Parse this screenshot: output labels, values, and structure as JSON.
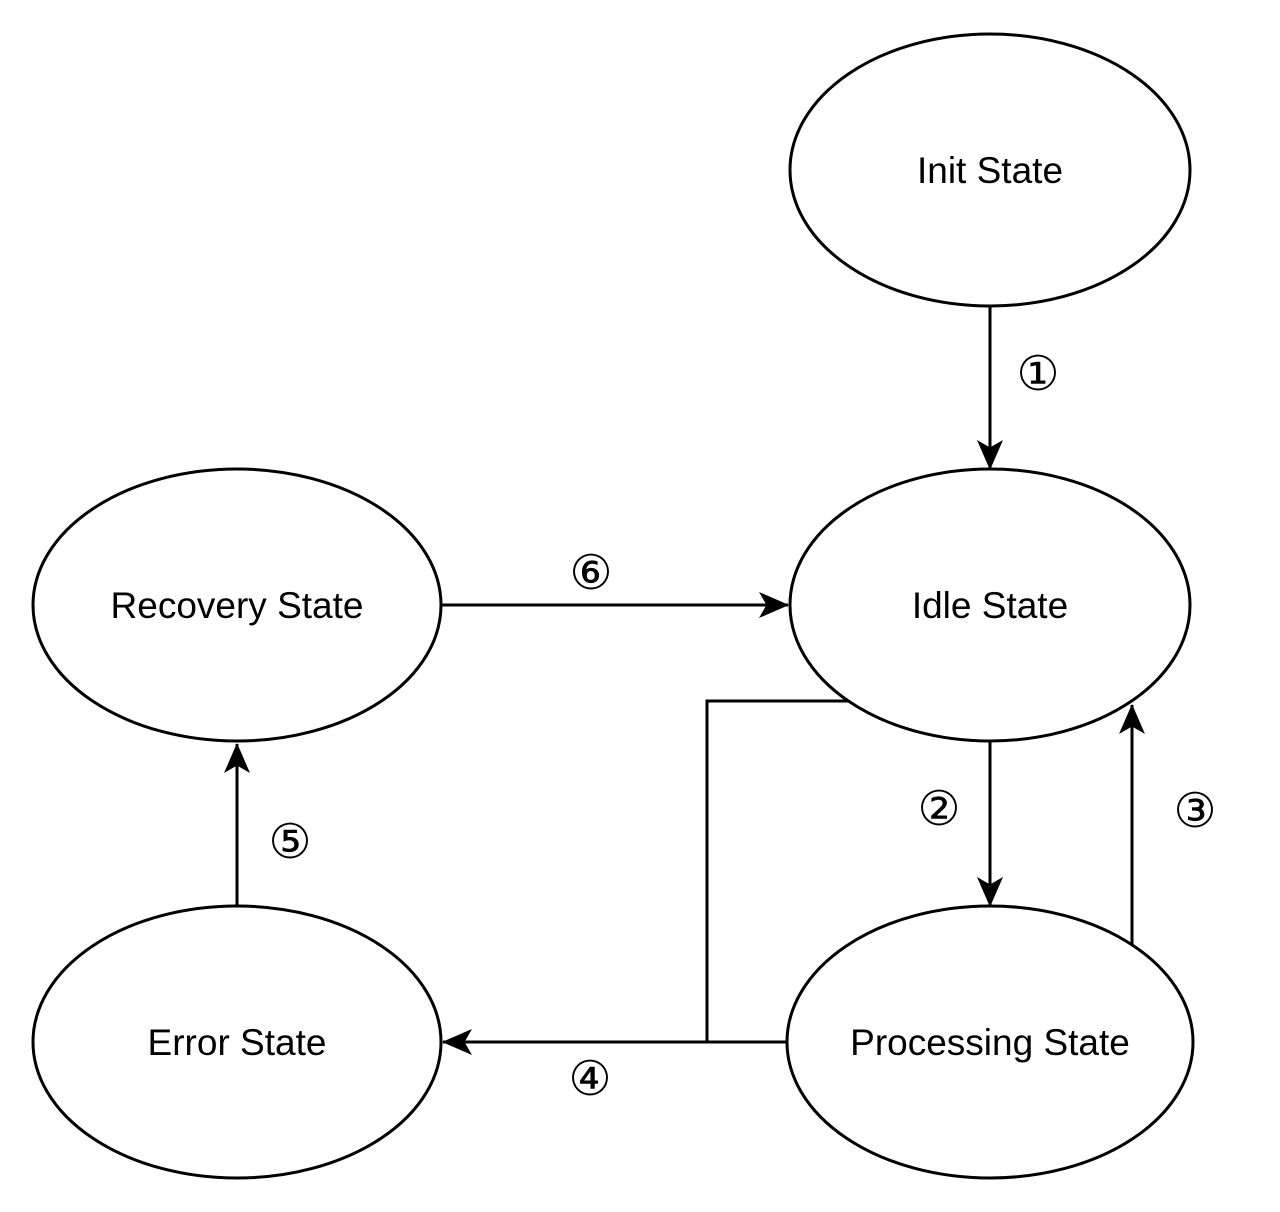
{
  "diagram": {
    "type": "state-machine",
    "background_color": "#ffffff",
    "stroke_color": "#000000",
    "nodes": [
      {
        "id": "init",
        "label": "Init State"
      },
      {
        "id": "idle",
        "label": "Idle State"
      },
      {
        "id": "recovery",
        "label": "Recovery State"
      },
      {
        "id": "error",
        "label": "Error State"
      },
      {
        "id": "processing",
        "label": "Processing State"
      }
    ],
    "transitions": [
      {
        "id": "t1",
        "label": "①",
        "from": "init",
        "to": "idle"
      },
      {
        "id": "t2",
        "label": "②",
        "from": "idle",
        "to": "processing"
      },
      {
        "id": "t3",
        "label": "③",
        "from": "processing",
        "to": "idle"
      },
      {
        "id": "t4",
        "label": "④",
        "from": "processing",
        "to": "error",
        "also_from": "idle"
      },
      {
        "id": "t5",
        "label": "⑤",
        "from": "error",
        "to": "recovery"
      },
      {
        "id": "t6",
        "label": "⑥",
        "from": "recovery",
        "to": "idle"
      }
    ]
  }
}
